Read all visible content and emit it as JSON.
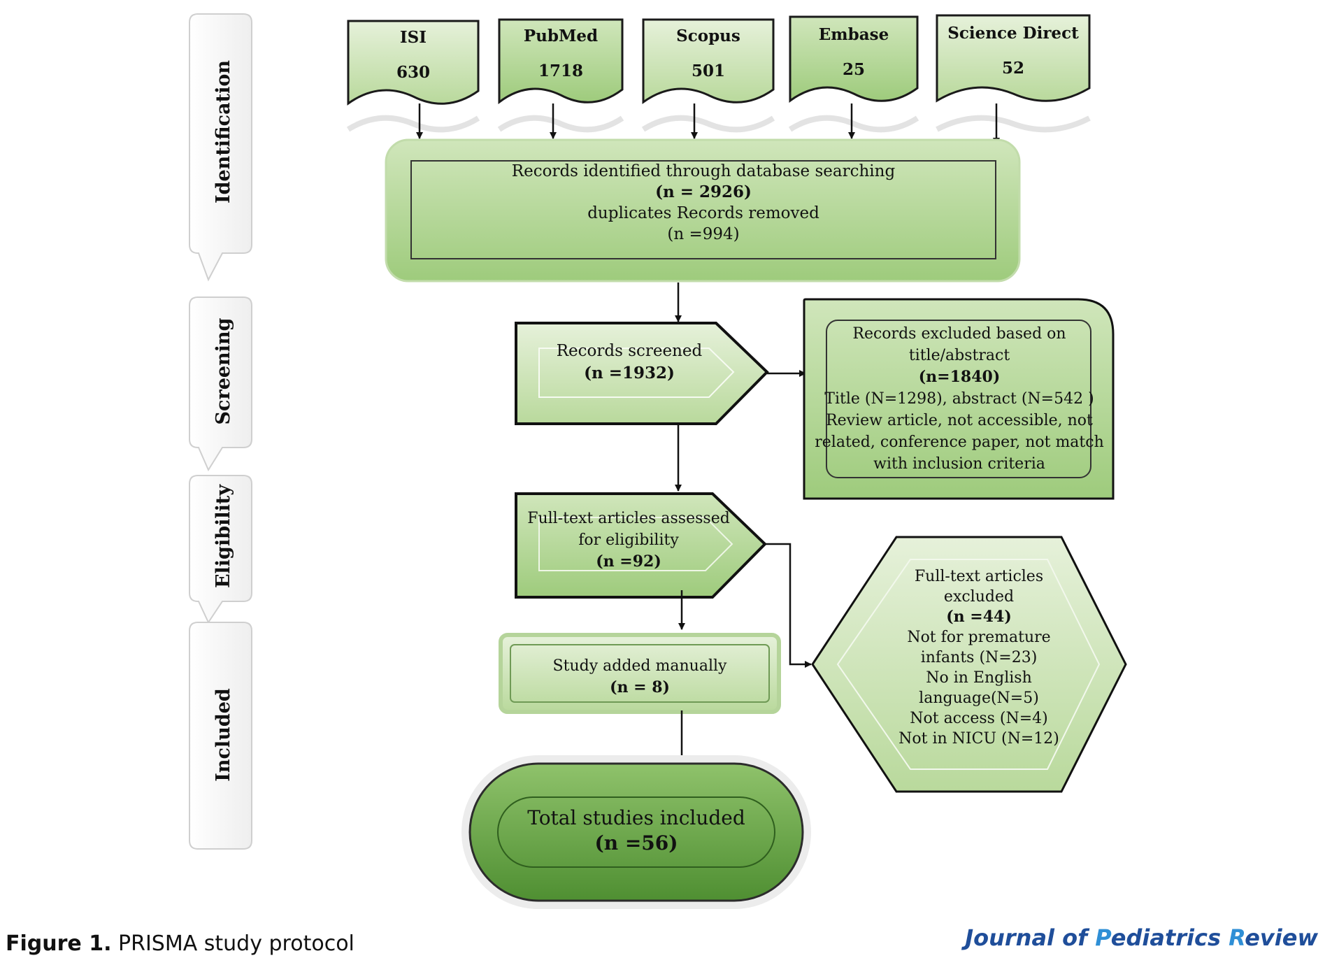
{
  "stages": [
    "Identification",
    "Screening",
    "Eligibility",
    "Included"
  ],
  "databases": [
    {
      "name": "ISI",
      "count": "630"
    },
    {
      "name": "PubMed",
      "count": "1718"
    },
    {
      "name": "Scopus",
      "count": "501"
    },
    {
      "name": "Embase",
      "count": "25"
    },
    {
      "name": "Science Direct",
      "count": "52"
    }
  ],
  "identified": {
    "line1": "Records identified through database searching",
    "line2": "(n = 2926)",
    "line3": "duplicates Records removed",
    "line4": "(n =994)"
  },
  "screened": {
    "line1": "Records screened",
    "line2": "(n =1932)"
  },
  "excluded_screening": {
    "line1": "Records excluded based on",
    "line2": "title/abstract",
    "line3": "(n=1840)",
    "line4": "Title (N=1298), abstract (N=542 )",
    "line5": "Review article, not accessible, not",
    "line6": "related, conference paper, not match",
    "line7": "with inclusion criteria"
  },
  "eligibility": {
    "line1": "Full-text articles assessed",
    "line2": "for eligibility",
    "line3": "(n =92)"
  },
  "excluded_fulltext": {
    "line1": "Full-text articles",
    "line2": "excluded",
    "line3": "(n =44)",
    "line4": "Not for premature",
    "line5": "infants (N=23)",
    "line6": "No in English",
    "line7": "language(N=5)",
    "line8": "Not access (N=4)",
    "line9": "Not in NICU (N=12)"
  },
  "manual": {
    "line1": "Study added manually",
    "line2": "(n = 8)"
  },
  "included": {
    "line1": "Total studies included",
    "line2": "(n =56)"
  },
  "caption": {
    "figure": "Figure 1.",
    "text": " PRISMA study protocol"
  },
  "journal": {
    "part1": "Journal of ",
    "p": "P",
    "part2": "ediatrics ",
    "r": "R",
    "part3": "eview"
  },
  "colors": {
    "light_green": "#d4e8c0",
    "mid_green": "#b5d89a",
    "dark_green": "#6aa84f",
    "border": "#222222"
  }
}
